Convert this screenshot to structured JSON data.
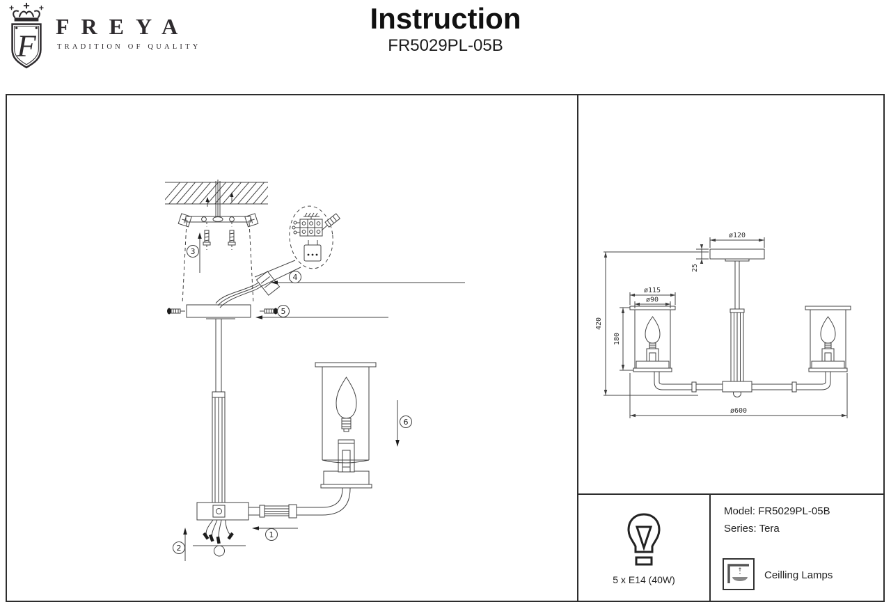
{
  "header": {
    "brand": "FREYA",
    "tagline": "TRADITION OF QUALITY",
    "title": "Instruction",
    "model": "FR5029PL-05B"
  },
  "assembly": {
    "steps": [
      "1",
      "2",
      "3",
      "4",
      "5",
      "6"
    ]
  },
  "dimensions": {
    "canopy_diameter": "ø120",
    "canopy_height": "25",
    "total_height": "420",
    "shade_outer_diameter": "ø115",
    "shade_inner_diameter": "ø90",
    "shade_height": "180",
    "fixture_diameter": "ø600"
  },
  "spec": {
    "bulb": "5 x E14 (40W)",
    "model": "Model: FR5029PL-05B",
    "series": "Series: Tera",
    "category": "Ceilling Lamps"
  },
  "colors": {
    "line": "#404040",
    "text": "#1a1a1a"
  }
}
